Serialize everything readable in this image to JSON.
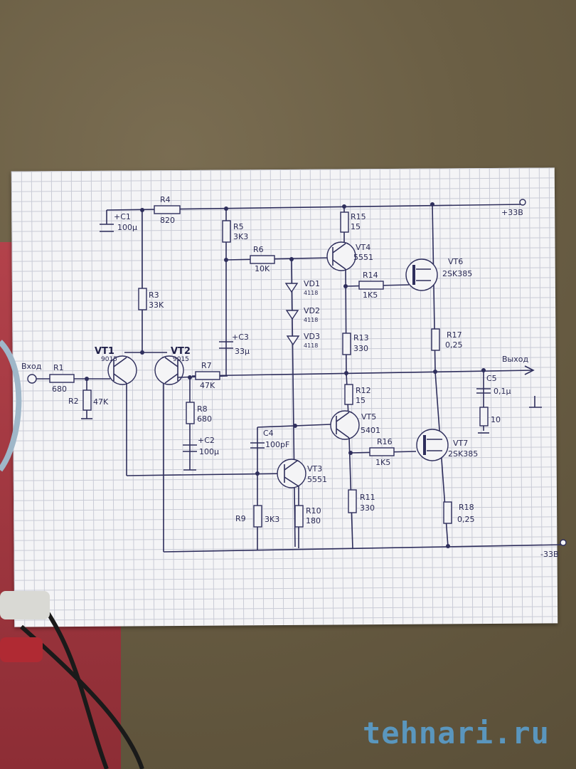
{
  "photo": {
    "description": "Hand-drawn power amplifier schematic on squared paper",
    "watermark": "tehnari.ru"
  },
  "schematic": {
    "supply_positive": "+33В",
    "supply_negative": "-33В",
    "input_label": "Вход",
    "output_label": "Выход",
    "components": {
      "R1": {
        "name": "R1",
        "value": "680"
      },
      "R2": {
        "name": "R2",
        "value": "47K"
      },
      "R3": {
        "name": "R3",
        "value": "33K"
      },
      "R4": {
        "name": "R4",
        "value": "820"
      },
      "R5": {
        "name": "R5",
        "value": "3K3"
      },
      "R6": {
        "name": "R6",
        "value": "10K"
      },
      "R7": {
        "name": "R7",
        "value": "47K"
      },
      "R8": {
        "name": "R8",
        "value": "680"
      },
      "R9": {
        "name": "R9",
        "value": "3K3"
      },
      "R10": {
        "name": "R10",
        "value": "180"
      },
      "R11": {
        "name": "R11",
        "value": "330"
      },
      "R12": {
        "name": "R12",
        "value": "15"
      },
      "R13": {
        "name": "R13",
        "value": "330"
      },
      "R14": {
        "name": "R14",
        "value": "1K5"
      },
      "R15": {
        "name": "R15",
        "value": "15"
      },
      "R16": {
        "name": "R16",
        "value": "1K5"
      },
      "R17": {
        "name": "R17",
        "value": "0,25"
      },
      "R18": {
        "name": "R18",
        "value": "0,25"
      },
      "R_zobel": {
        "name": "",
        "value": "10"
      },
      "C1": {
        "name": "+C1",
        "value": "100µ"
      },
      "C2": {
        "name": "+C2",
        "value": "100µ"
      },
      "C3": {
        "name": "+C3",
        "value": "33µ"
      },
      "C4": {
        "name": "C4",
        "value": "100pF"
      },
      "C5": {
        "name": "C5",
        "value": "0,1µ"
      },
      "VD1": {
        "name": "VD1",
        "value": "4118"
      },
      "VD2": {
        "name": "VD2",
        "value": "4118"
      },
      "VD3": {
        "name": "VD3",
        "value": "4118"
      },
      "VT1": {
        "name": "VT1",
        "value": "9015"
      },
      "VT2": {
        "name": "VT2",
        "value": "9015"
      },
      "VT3": {
        "name": "VT3",
        "value": "5551"
      },
      "VT4": {
        "name": "VT4",
        "value": "5551"
      },
      "VT5": {
        "name": "VT5",
        "value": "5401"
      },
      "VT6": {
        "name": "VT6",
        "value": "2SK385"
      },
      "VT7": {
        "name": "VT7",
        "value": "2SK385"
      }
    }
  }
}
